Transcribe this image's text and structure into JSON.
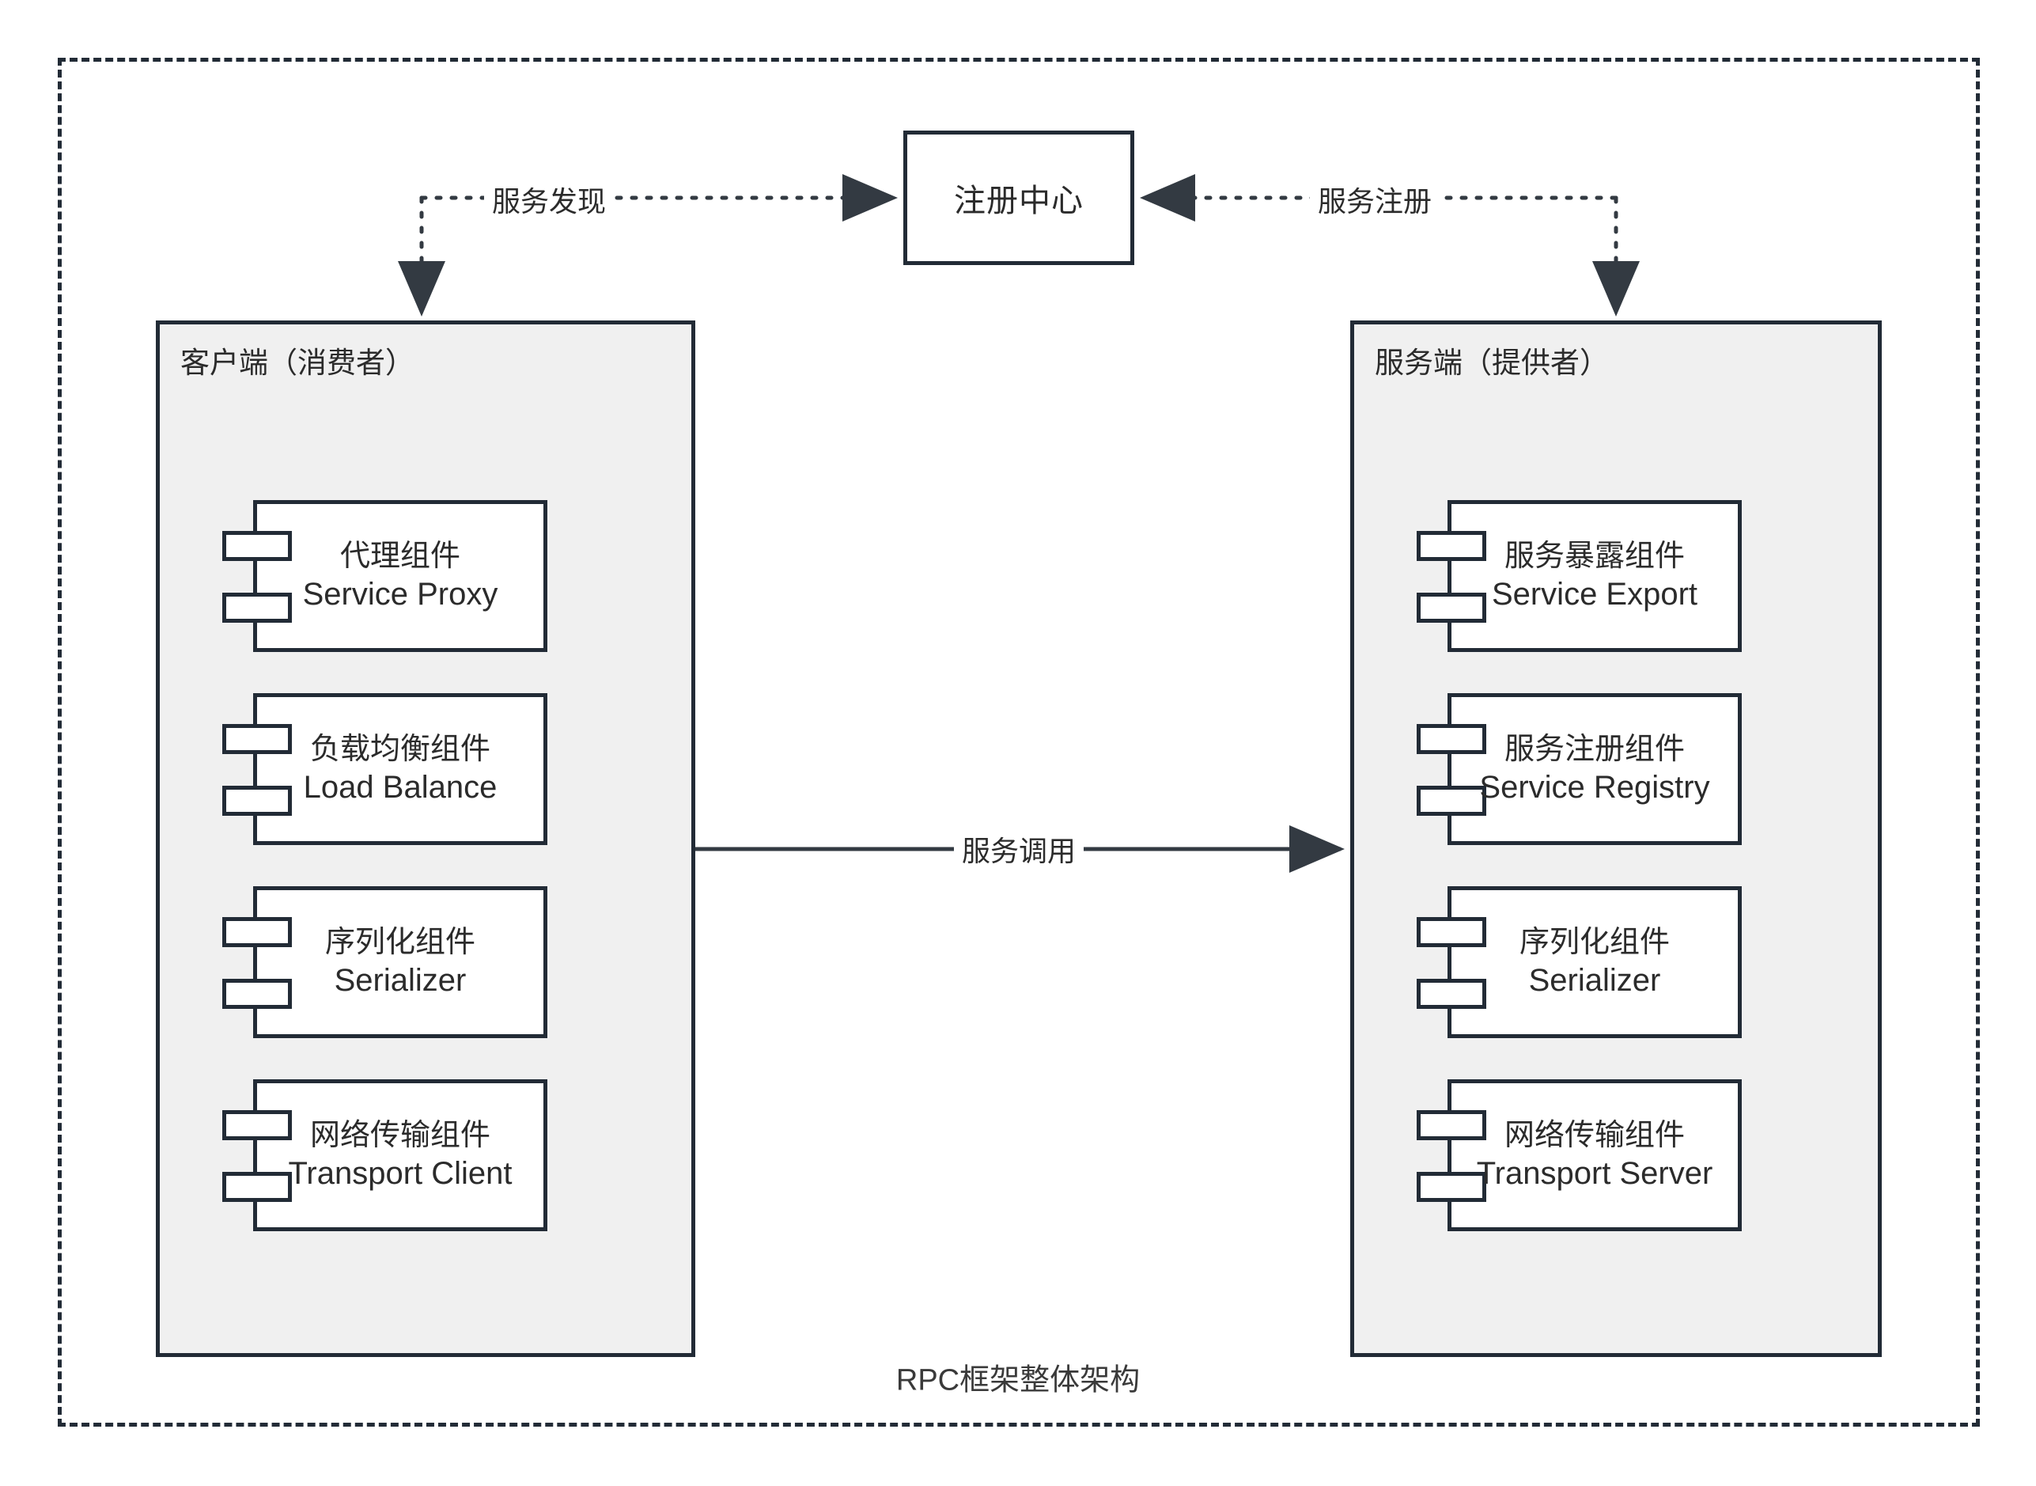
{
  "diagram": {
    "caption": "RPC框架整体架构",
    "colors": {
      "stroke": "#222b36",
      "zone_fill": "#f0f0f0",
      "component_fill": "#ffffff",
      "text": "#2b2b2b",
      "page_background": "#ffffff"
    }
  },
  "registry": {
    "label": "注册中心"
  },
  "client_zone": {
    "title": "客户端（消费者）",
    "components": [
      {
        "cn": "代理组件",
        "en": "Service Proxy"
      },
      {
        "cn": "负载均衡组件",
        "en": "Load Balance"
      },
      {
        "cn": "序列化组件",
        "en": "Serializer"
      },
      {
        "cn": "网络传输组件",
        "en": "Transport Client"
      }
    ]
  },
  "server_zone": {
    "title": "服务端（提供者）",
    "components": [
      {
        "cn": "服务暴露组件",
        "en": "Service Export"
      },
      {
        "cn": "服务注册组件",
        "en": "Service Registry"
      },
      {
        "cn": "序列化组件",
        "en": "Serializer"
      },
      {
        "cn": "网络传输组件",
        "en": "Transport Server"
      }
    ]
  },
  "edges": [
    {
      "label": "服务发现",
      "style": "dotted",
      "from": "registry",
      "to": "client_zone"
    },
    {
      "label": "服务注册",
      "style": "dotted",
      "from": "server_zone",
      "to": "registry"
    },
    {
      "label": "服务调用",
      "style": "solid",
      "from": "client_zone",
      "to": "server_zone"
    }
  ]
}
